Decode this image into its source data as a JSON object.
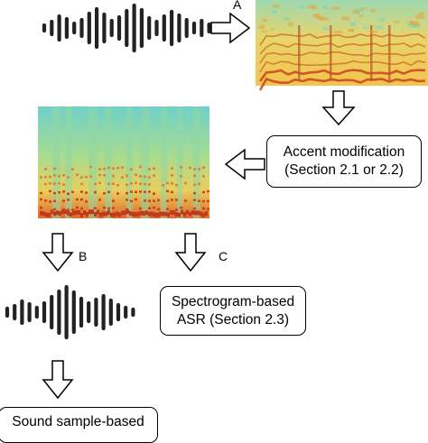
{
  "labels": {
    "a": "A",
    "b": "B",
    "c": "C"
  },
  "boxes": {
    "accent": {
      "line1": "Accent modification",
      "line2": "(Section 2.1 or 2.2)"
    },
    "spectrogram_asr": {
      "line1": "Spectrogram-based",
      "line2": "ASR (Section 2.3)"
    },
    "sound_asr": {
      "line1": "Sound sample-based"
    }
  },
  "colors": {
    "stroke": "#000000",
    "spectrogram_low": "#f5d36a",
    "spectrogram_mid": "#79d1a6",
    "spectrogram_high": "#d24a1c"
  }
}
